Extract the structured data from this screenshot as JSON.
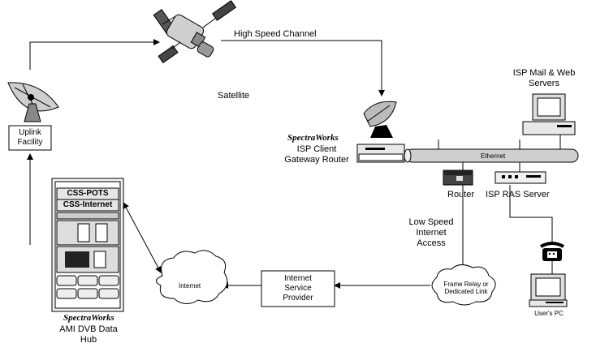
{
  "labels": {
    "high_speed_channel": "High Speed Channel",
    "satellite": "Satellite",
    "uplink_facility": "Uplink\nFacility",
    "isp_mail_web": "ISP Mail & Web\nServers",
    "spectraworks_1": "SpectraWorks",
    "isp_client_gateway": "ISP Client\nGateway Router",
    "ethernet": "Ethernet",
    "router": "Router",
    "isp_ras_server": "ISP RAS Server",
    "low_speed_access": "Low Speed\nInternet\nAccess",
    "css_pots": "CSS-POTS",
    "css_internet": "CSS-Internet",
    "internet": "Internet",
    "isp": "Internet\nService\nProvider",
    "frame_relay": "Frame Relay or\nDedicated Link",
    "users_pc": "User's PC",
    "spectraworks_2": "SpectraWorks",
    "ami_dvb_hub": "AMI DVB Data\nHub"
  },
  "icons": [
    "satellite-icon",
    "uplink-dish-icon",
    "receiver-dish-icon",
    "server-monitor-icon",
    "router-icon",
    "ras-server-icon",
    "telephone-icon",
    "user-pc-icon",
    "rack-icon",
    "cloud-icon"
  ]
}
